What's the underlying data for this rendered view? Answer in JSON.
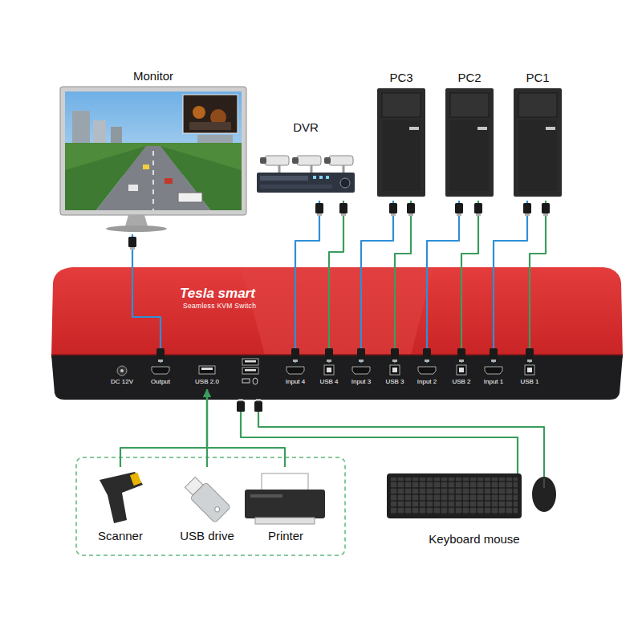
{
  "diagram": {
    "nodes": [
      {
        "text": [
          "Monitor"
        ]
      },
      {
        "text": [
          "DVR"
        ]
      },
      {
        "text": [
          "PC3"
        ]
      },
      {
        "text": [
          "PC2"
        ]
      },
      {
        "text": [
          "PC1"
        ]
      },
      {
        "text": [
          "Tesla smart",
          "Seamless KVM Switch"
        ]
      },
      {
        "text": [
          "DC 12V"
        ],
        "in": 5
      },
      {
        "text": [
          "Output"
        ],
        "in": 5
      },
      {
        "text": [
          "USB 2.0"
        ],
        "in": 5
      },
      {
        "text": [
          "Input 4"
        ],
        "in": 5
      },
      {
        "text": [
          "USB 4"
        ],
        "in": 5
      },
      {
        "text": [
          "Input 3"
        ],
        "in": 5
      },
      {
        "text": [
          "USB 3"
        ],
        "in": 5
      },
      {
        "text": [
          "Input 2"
        ],
        "in": 5
      },
      {
        "text": [
          "USB 2"
        ],
        "in": 5
      },
      {
        "text": [
          "Input 1"
        ],
        "in": 5
      },
      {
        "text": [
          "USB 1"
        ],
        "in": 5
      },
      {
        "text": [
          "Scanner"
        ]
      },
      {
        "text": [
          "USB drive"
        ]
      },
      {
        "text": [
          "Printer"
        ]
      },
      {
        "text": [
          "Keyboard mouse"
        ]
      }
    ],
    "edges": [
      {
        "from": 0,
        "to": 7,
        "arrow": "none"
      },
      {
        "from": 1,
        "to": 9,
        "arrow": "none"
      },
      {
        "from": 1,
        "to": 10,
        "arrow": "none"
      },
      {
        "from": 2,
        "to": 11,
        "arrow": "none"
      },
      {
        "from": 2,
        "to": 12,
        "arrow": "none"
      },
      {
        "from": 3,
        "to": 13,
        "arrow": "none"
      },
      {
        "from": 3,
        "to": 14,
        "arrow": "none"
      },
      {
        "from": 4,
        "to": 15,
        "arrow": "none"
      },
      {
        "from": 4,
        "to": 16,
        "arrow": "none"
      },
      {
        "from": 17,
        "to": 8,
        "arrow": "to"
      },
      {
        "from": 18,
        "to": 8,
        "arrow": "to"
      },
      {
        "from": 19,
        "to": 8,
        "arrow": "to"
      },
      {
        "from": 20,
        "to": 5,
        "arrow": "none"
      },
      {
        "from": 20,
        "to": 5,
        "arrow": "none"
      }
    ]
  }
}
